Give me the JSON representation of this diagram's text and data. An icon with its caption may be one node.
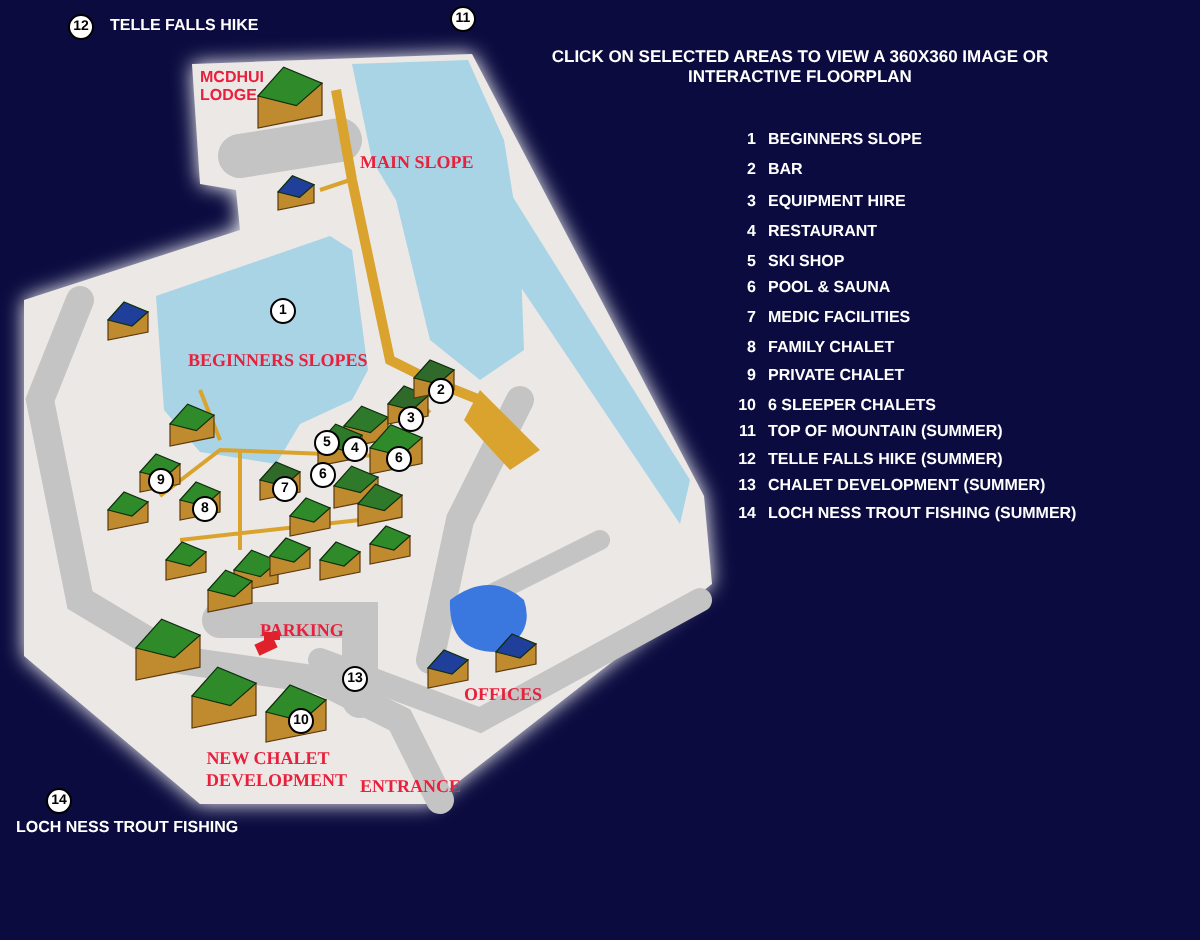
{
  "diagram": {
    "title": "CLICK ON SELECTED AREAS TO VIEW A 360X360 IMAGE OR INTERACTIVE FLOORPLAN",
    "labels": [
      "12",
      "TELLE FALLS HIKE",
      "11",
      "MCDHUI LODGE",
      "MAIN SLOPE",
      "1",
      "BEGINNERS SLOPE",
      "2",
      "BAR",
      "3",
      "EQUIPMENT HIRE",
      "4",
      "RESTAURANT",
      "5",
      "SKI SHOP",
      "6",
      "POOL & SAUNA",
      "7",
      "MEDIC FACILITIES",
      "8",
      "FAMILY CHALET",
      "9",
      "PRIVATE CHALET",
      "10",
      "6 SLEEPER CHALETS",
      "11",
      "TOP OF MOUNTAIN  (SUMMER)",
      "12",
      "TELLE FALLS HIKE (SUMMER)",
      "13",
      "CHALET DEVELOPMENT (SUMMER)",
      "14",
      "LOCH NESS TROUT FISHING  (SUMMER)",
      "1",
      "BEGINNERS SLOPES",
      "2",
      "3",
      "5",
      "4",
      "6",
      "6",
      "7",
      "9",
      "8",
      "PARKING",
      "13",
      "OFFICES",
      "10",
      "NEW CHALET DEVELOPMENT",
      "ENTRANCE",
      "14",
      "LOCH NESS TROUT FISHING"
    ]
  }
}
